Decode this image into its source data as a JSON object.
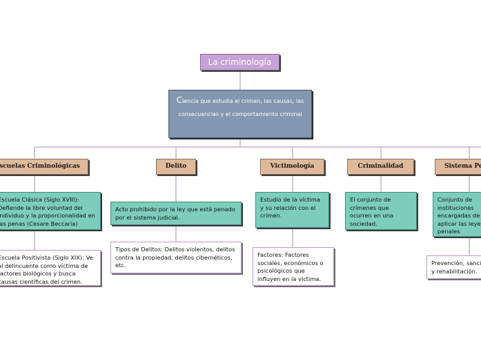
{
  "colors": {
    "title_fill": "#c6a2d6",
    "root_fill": "#8497b0",
    "branch_fill": "#deb99a",
    "detail_fill": "#7dcdbe",
    "note_fill": "#ffffff",
    "connector": "#a98abf"
  },
  "title": "La criminología",
  "root": {
    "first_letter": "C",
    "text": "iencia que estudia el crimen, las causas, las consecuencias y el comportamiento criminal"
  },
  "branches": [
    {
      "label": "Escuelas Criminológicas",
      "detail": "Escuela Clásica (Siglo XVIII): Defiende la libre voluntad del individuo y la proporcionalidad en las penas (Cesare Beccaria)",
      "note": "Escuela Positivista (Siglo XIX): Ve al delincuente como víctima de factores biológicos y busca causas científicas del crimen."
    },
    {
      "label": "Delito",
      "detail": "Acto prohibido por la ley que está penado por el sistema judicial.",
      "note": "Tipos de Delitos: Delitos violentos, delitos contra la propiedad, delitos cibernéticos, etc."
    },
    {
      "label": "Victimología",
      "detail": "Estudio de la víctima y su relación con el crimen.",
      "note": "Factores: Factores sociales, económicos o psicológicos que influyen en la víctima."
    },
    {
      "label": "Criminalidad",
      "detail": "El conjunto de crímenes que ocurren en una sociedad."
    },
    {
      "label": "Sistema Penal",
      "detail": "Conjunto de instituciones encargadas de aplicar las leyes penales",
      "note": "Prevención, sanción y rehabilitación."
    }
  ]
}
